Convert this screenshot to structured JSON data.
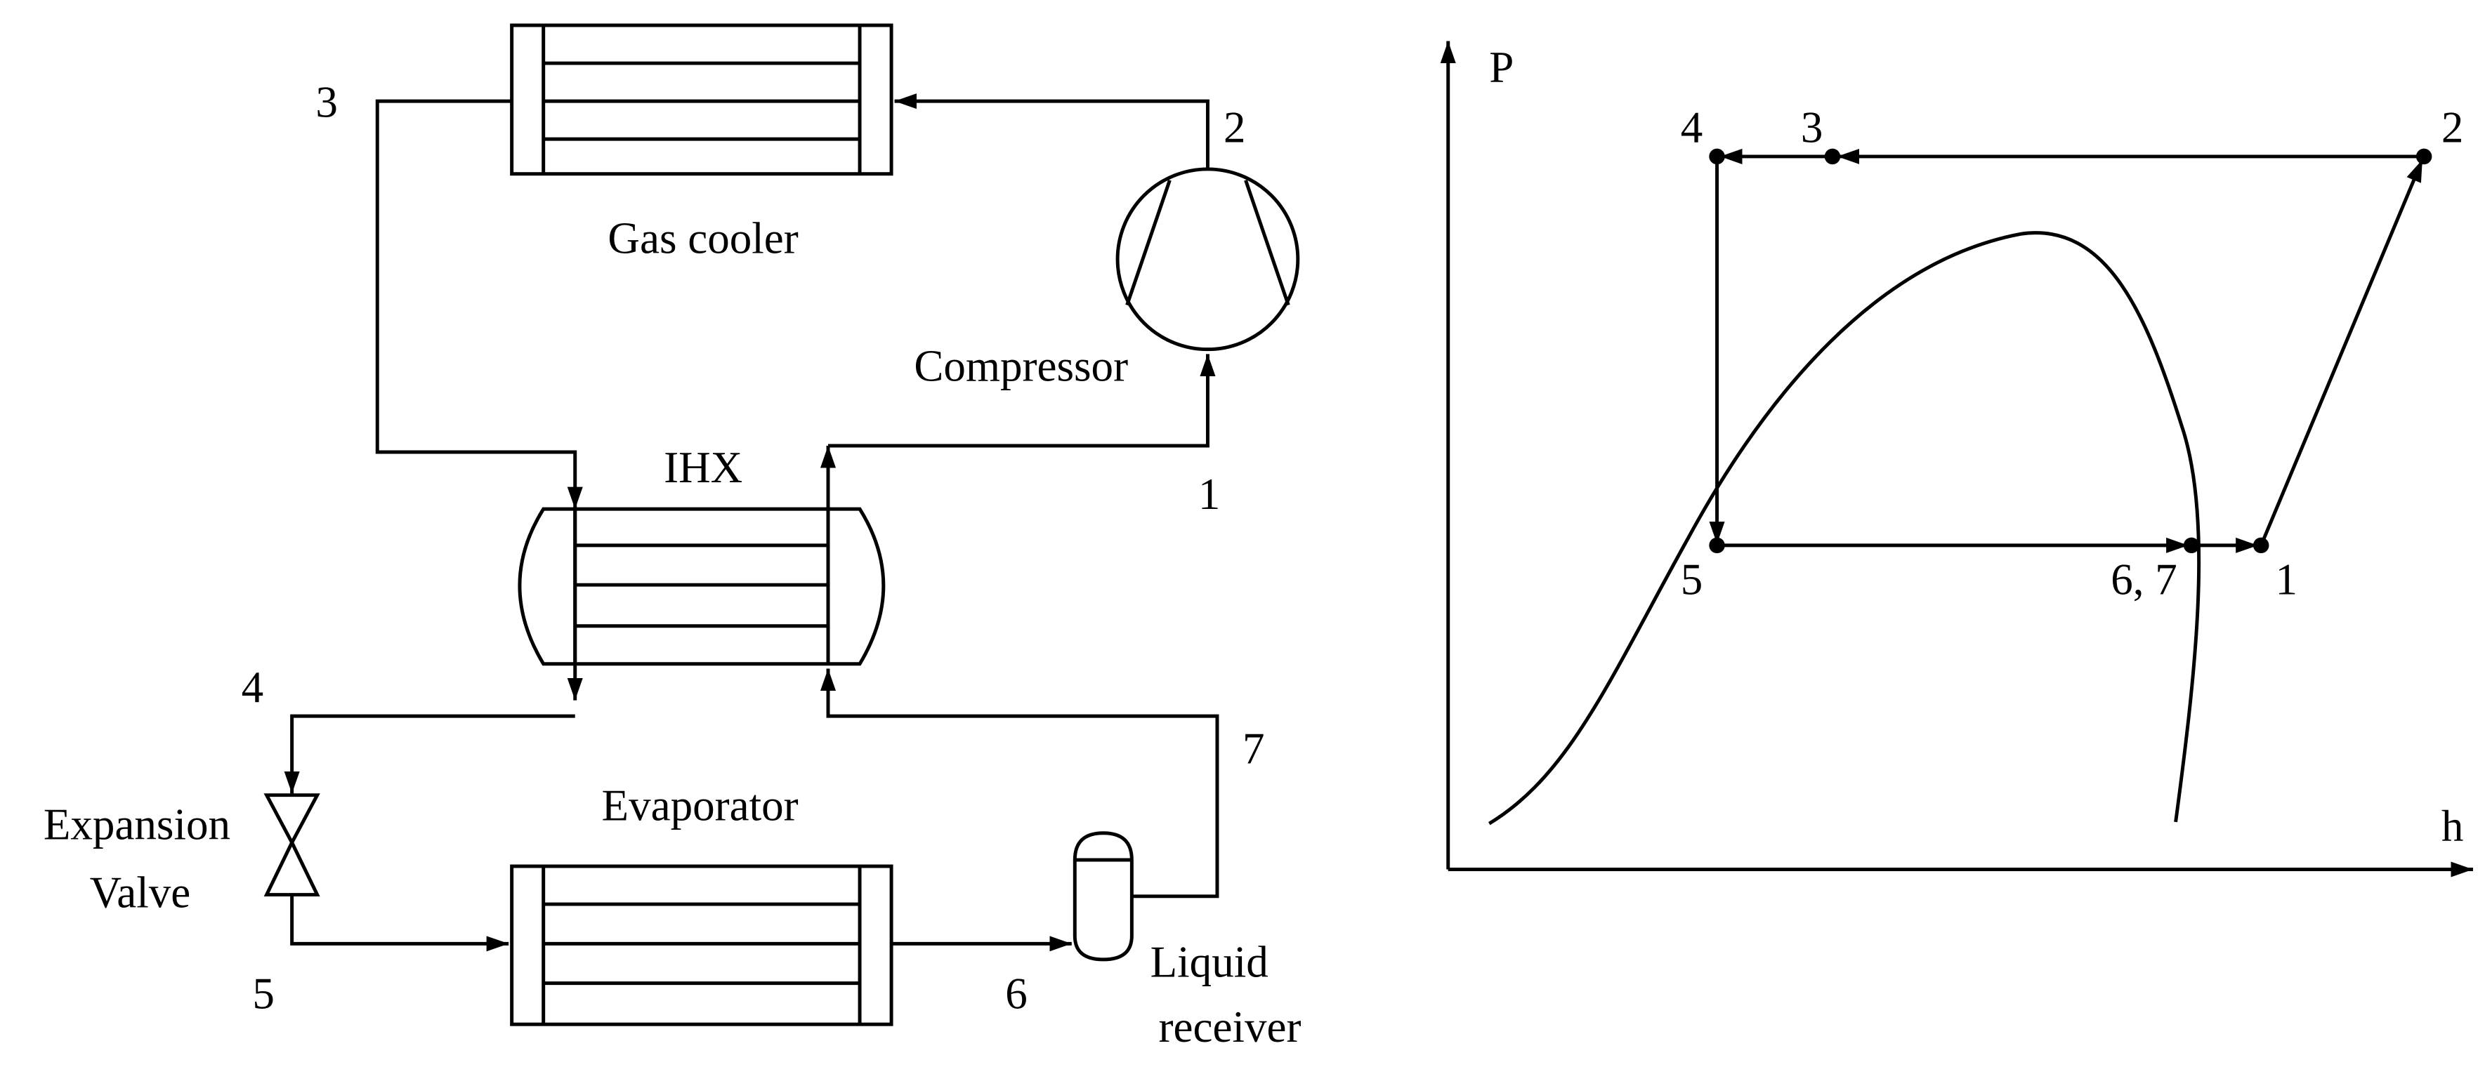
{
  "schematic": {
    "components": {
      "gas_cooler": "Gas cooler",
      "compressor": "Compressor",
      "ihx": "IHX",
      "evaporator": "Evaporator",
      "expansion_valve_line1": "Expansion",
      "expansion_valve_line2": "Valve",
      "liquid_receiver_line1": "Liquid",
      "liquid_receiver_line2": "receiver"
    },
    "state_points": {
      "p1": "1",
      "p2": "2",
      "p3": "3",
      "p4": "4",
      "p5": "5",
      "p6": "6",
      "p7": "7"
    }
  },
  "ph_diagram": {
    "y_axis_label": "P",
    "x_axis_label": "h",
    "state_points": {
      "p1": "1",
      "p2": "2",
      "p3": "3",
      "p4": "4",
      "p5": "5",
      "p67": "6, 7"
    }
  }
}
